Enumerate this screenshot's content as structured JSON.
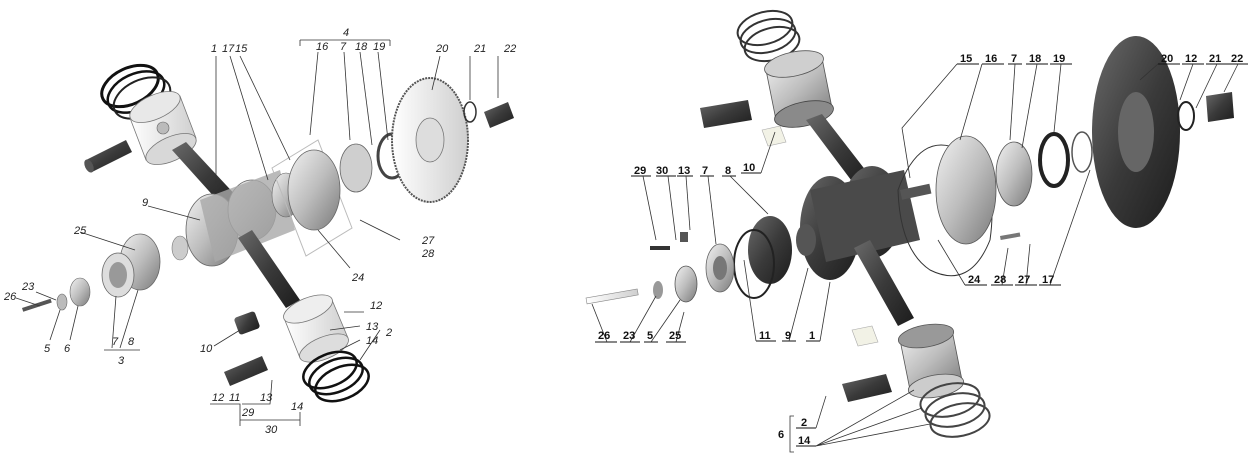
{
  "left_diagram": {
    "callouts": [
      {
        "id": "l1",
        "text": "1"
      },
      {
        "id": "l2",
        "text": "2"
      },
      {
        "id": "l3",
        "text": "3"
      },
      {
        "id": "l4",
        "text": "4"
      },
      {
        "id": "l5",
        "text": "5"
      },
      {
        "id": "l6",
        "text": "6"
      },
      {
        "id": "l7",
        "text": "7"
      },
      {
        "id": "l7b",
        "text": "7"
      },
      {
        "id": "l8",
        "text": "8"
      },
      {
        "id": "l9",
        "text": "9"
      },
      {
        "id": "l10",
        "text": "10"
      },
      {
        "id": "l11",
        "text": "11"
      },
      {
        "id": "l12",
        "text": "12"
      },
      {
        "id": "l12b",
        "text": "12"
      },
      {
        "id": "l13",
        "text": "13"
      },
      {
        "id": "l13b",
        "text": "13"
      },
      {
        "id": "l14",
        "text": "14"
      },
      {
        "id": "l14b",
        "text": "14"
      },
      {
        "id": "l15",
        "text": "15"
      },
      {
        "id": "l16",
        "text": "16"
      },
      {
        "id": "l17",
        "text": "17"
      },
      {
        "id": "l18",
        "text": "18"
      },
      {
        "id": "l19",
        "text": "19"
      },
      {
        "id": "l20",
        "text": "20"
      },
      {
        "id": "l21",
        "text": "21"
      },
      {
        "id": "l22",
        "text": "22"
      },
      {
        "id": "l23",
        "text": "23"
      },
      {
        "id": "l24",
        "text": "24"
      },
      {
        "id": "l25",
        "text": "25"
      },
      {
        "id": "l26",
        "text": "26"
      },
      {
        "id": "l27",
        "text": "27"
      },
      {
        "id": "l28",
        "text": "28"
      },
      {
        "id": "l29",
        "text": "29"
      },
      {
        "id": "l30",
        "text": "30"
      }
    ]
  },
  "right_diagram": {
    "callouts": [
      {
        "id": "r1",
        "text": "1"
      },
      {
        "id": "r2",
        "text": "2"
      },
      {
        "id": "r5",
        "text": "5"
      },
      {
        "id": "r6",
        "text": "6"
      },
      {
        "id": "r7",
        "text": "7"
      },
      {
        "id": "r7b",
        "text": "7"
      },
      {
        "id": "r8",
        "text": "8"
      },
      {
        "id": "r9",
        "text": "9"
      },
      {
        "id": "r10",
        "text": "10"
      },
      {
        "id": "r11",
        "text": "11"
      },
      {
        "id": "r12",
        "text": "12"
      },
      {
        "id": "r13",
        "text": "13"
      },
      {
        "id": "r14",
        "text": "14"
      },
      {
        "id": "r15",
        "text": "15"
      },
      {
        "id": "r16",
        "text": "16"
      },
      {
        "id": "r17",
        "text": "17"
      },
      {
        "id": "r18",
        "text": "18"
      },
      {
        "id": "r19",
        "text": "19"
      },
      {
        "id": "r20",
        "text": "20"
      },
      {
        "id": "r21",
        "text": "21"
      },
      {
        "id": "r22",
        "text": "22"
      },
      {
        "id": "r23",
        "text": "23"
      },
      {
        "id": "r24",
        "text": "24"
      },
      {
        "id": "r25",
        "text": "25"
      },
      {
        "id": "r26",
        "text": "26"
      },
      {
        "id": "r27",
        "text": "27"
      },
      {
        "id": "r28",
        "text": "28"
      },
      {
        "id": "r29",
        "text": "29"
      },
      {
        "id": "r30",
        "text": "30"
      }
    ]
  }
}
